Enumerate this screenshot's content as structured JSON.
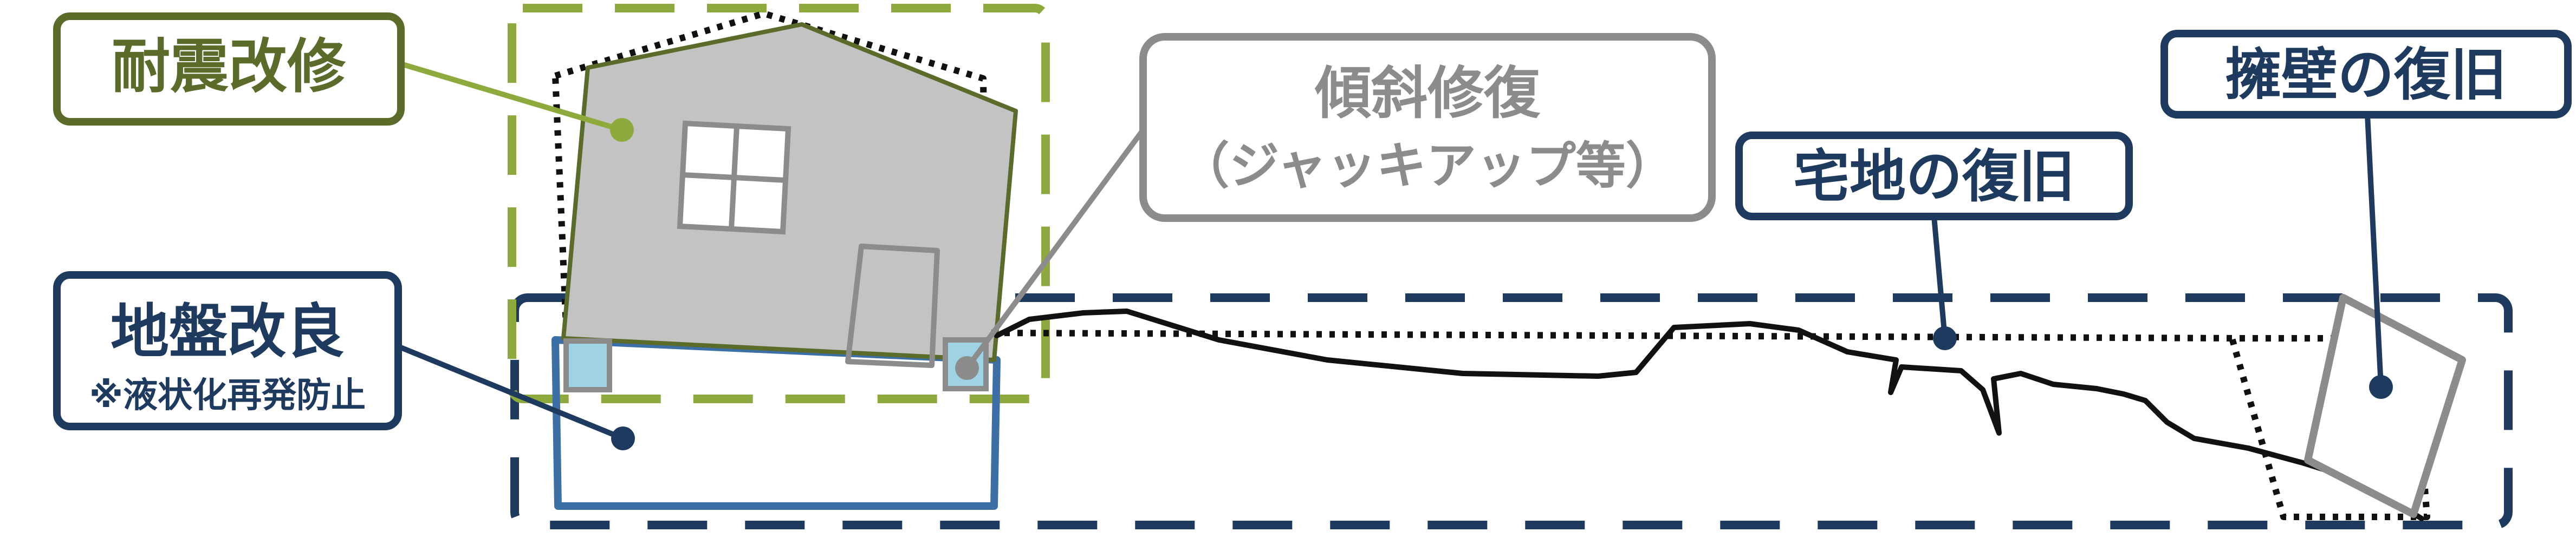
{
  "labels": {
    "seismic_retrofit": "耐震改修",
    "ground_improvement": "地盤改良",
    "ground_improvement_note": "※液状化再発防止",
    "tilt_repair_line1": "傾斜修復",
    "tilt_repair_line2": "（ジャッキアップ等）",
    "residential_land_restoration": "宅地の復旧",
    "retaining_wall_restoration": "擁壁の復旧"
  },
  "colors": {
    "olive": "#5b6b2a",
    "olive_light": "#8faa3c",
    "navy": "#1f3a5f",
    "ground_blue": "#3b6fa6",
    "gray": "#8c8c8c",
    "house_fill": "#c3c3c3",
    "jack_fill": "#9fd3e4",
    "black": "#111111"
  },
  "icons": {
    "window": "window-icon",
    "door": "door-icon"
  }
}
